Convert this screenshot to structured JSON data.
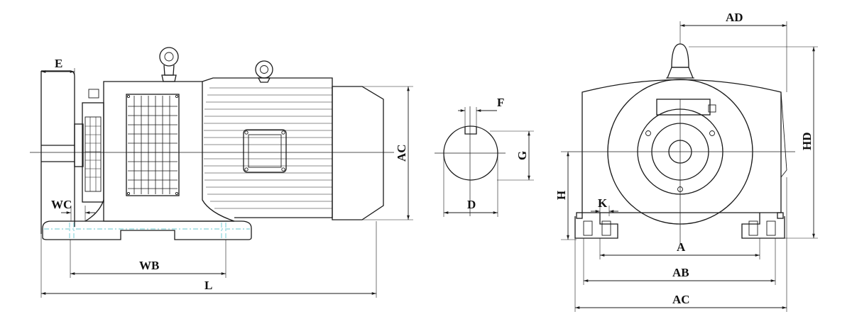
{
  "labels": {
    "E": "E",
    "WC": "WC",
    "WB": "WB",
    "L": "L",
    "AC_side": "AC",
    "F": "F",
    "G": "G",
    "D": "D",
    "AD": "AD",
    "HD": "HD",
    "H": "H",
    "K": "K",
    "A": "A",
    "AB": "AB",
    "AC_front": "AC"
  },
  "colors": {
    "line": "#1a1a1a",
    "hidden_line": "#66c7d0",
    "background": "#ffffff"
  }
}
